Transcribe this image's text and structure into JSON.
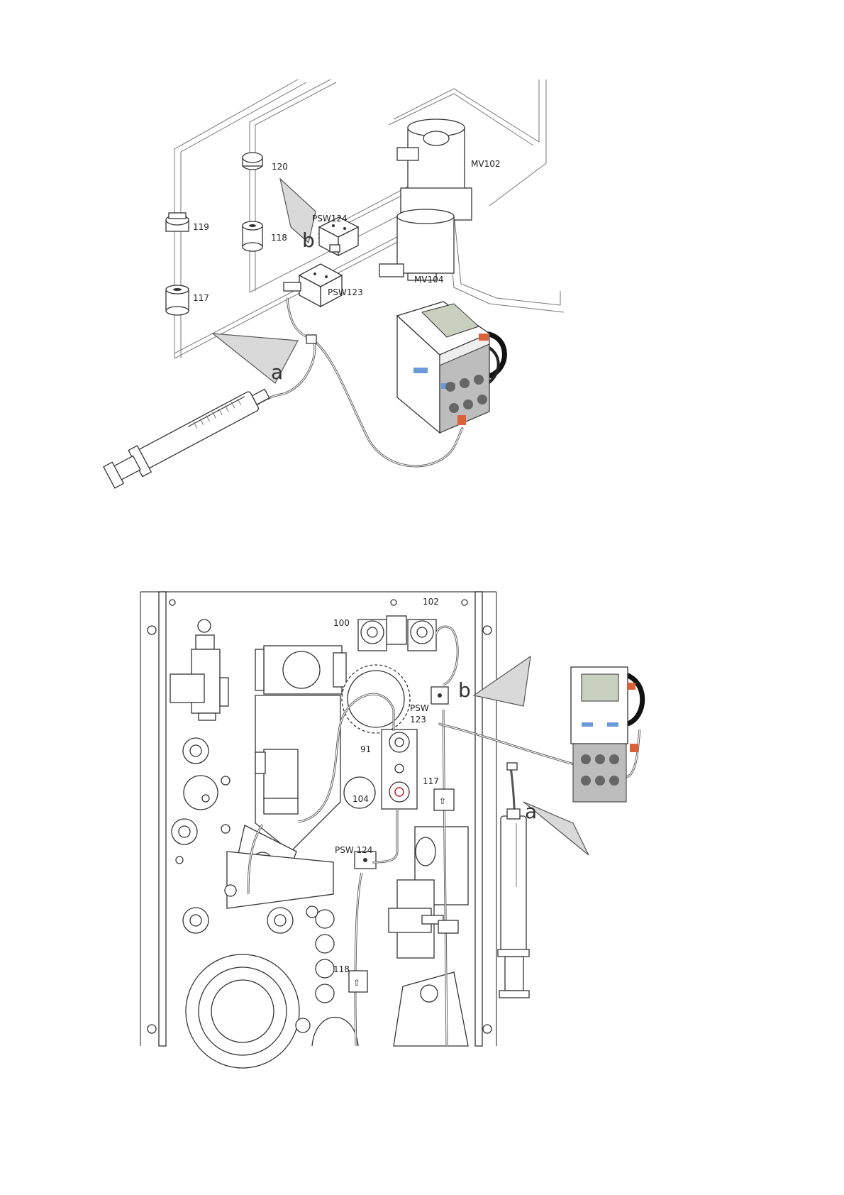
{
  "top": {
    "labels": {
      "l120": "120",
      "l119": "119",
      "l118": "118",
      "l117": "117",
      "psw124": "PSW124",
      "psw123": "PSW123",
      "mv102": "MV102",
      "mv104": "MV104",
      "a": "a",
      "b": "b"
    }
  },
  "bottom": {
    "labels": {
      "l100": "100",
      "l102": "102",
      "psw": "PSW",
      "n123": "123",
      "l91": "91",
      "l117": "117",
      "l104": "104",
      "psw124": "PSW 124",
      "l118": "118",
      "a": "a",
      "b": "b"
    }
  },
  "colors": {
    "line": "#444444",
    "tube": "#555555",
    "arrow_fill": "#d9d9d9",
    "connector": "#d9623a",
    "screen": "#c9d0c0",
    "key": "#6a9bd8"
  }
}
